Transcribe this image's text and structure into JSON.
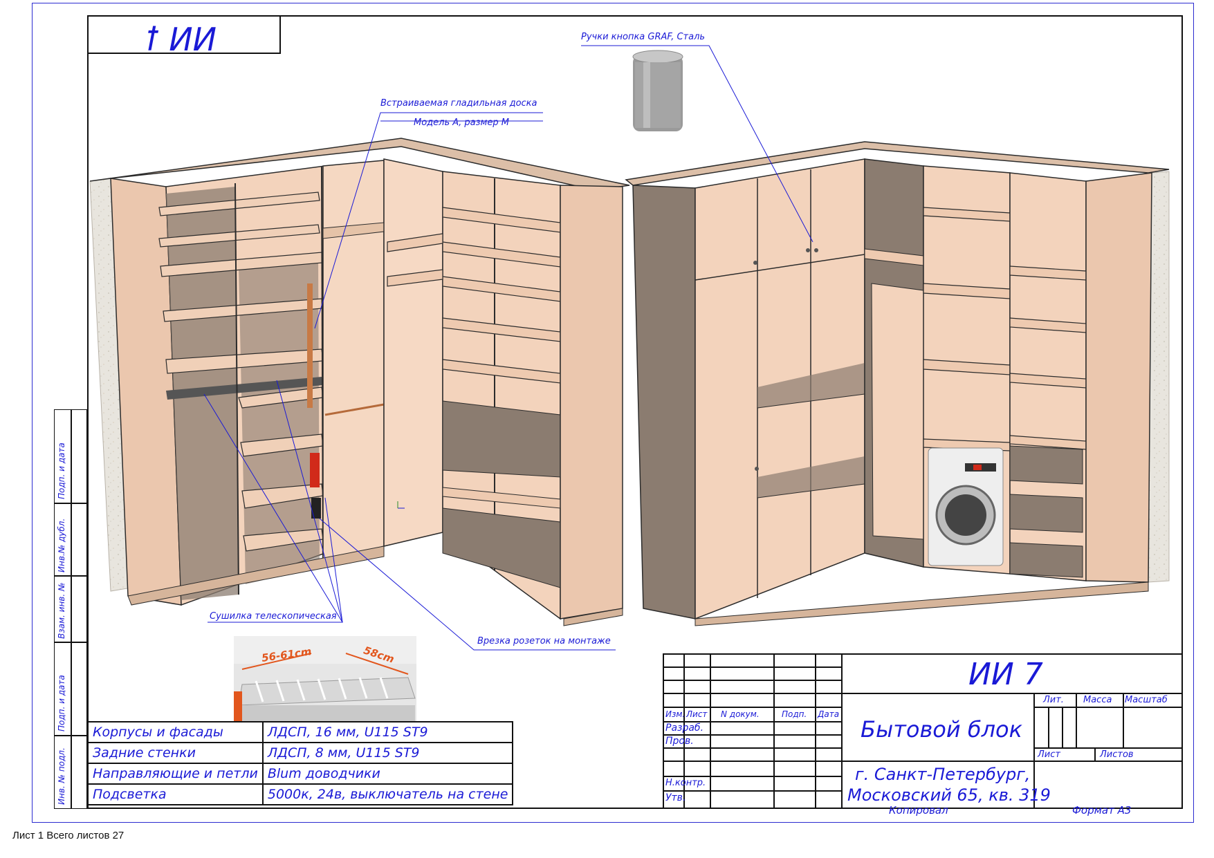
{
  "sheet": {
    "corner_code": "ꝉ ИИ",
    "footer": "Лист 1 Всего листов 27"
  },
  "annotations": {
    "handles": "Ручки кнопка GRAF, Сталь",
    "ironing_board": "Встраиваемая гладильная доска",
    "ironing_model": "Модель А, размер М",
    "dryer": "Сушилка телескопическая",
    "sockets": "Врезка розеток на монтаже"
  },
  "dryer_photo": {
    "dim_width": "56-61cm",
    "dim_depth": "58cm"
  },
  "side_labels": [
    "Подп. и дата",
    "Инв.№ дубл.",
    "Взам. инв. №",
    "Подп. и дата",
    "Инв. № подл."
  ],
  "specs": [
    {
      "item": "Корпусы и фасады",
      "value": "ЛДСП, 16 мм, U115 ST9"
    },
    {
      "item": "Задние стенки",
      "value": "ЛДСП, 8 мм, U115 ST9"
    },
    {
      "item": "Направляющие и петли",
      "value": "Blum доводчики"
    },
    {
      "item": "Подсветка",
      "value": "5000к, 24в, выключатель на стене"
    }
  ],
  "title_block": {
    "doc_code": "ИИ 7",
    "title": "Бытовой блок",
    "address_line1": "г. Санкт-Петербург,",
    "address_line2": "Московский 65, кв. 319",
    "col_izm": "Изм.",
    "col_list": "Лист",
    "col_ndoc": "N докум.",
    "col_podp": "Подп.",
    "col_data": "Дата",
    "row_razrab": "Разраб.",
    "row_prov": "Пров.",
    "row_nkontr": "Н.контр.",
    "row_utv": "Утв.",
    "lit": "Лит.",
    "massa": "Масса",
    "masshtab": "Масштаб",
    "list": "Лист",
    "listov": "Листов",
    "kopiroval": "Копировал",
    "format": "Формат А3"
  },
  "colors": {
    "panel": "#f3d3bc",
    "panel_shadow": "#e3bea4",
    "dark_panel": "#8b7c70",
    "edge": "#2b2b2b",
    "wall": "#e6e3dc",
    "annotation": "#1a1ad6"
  }
}
